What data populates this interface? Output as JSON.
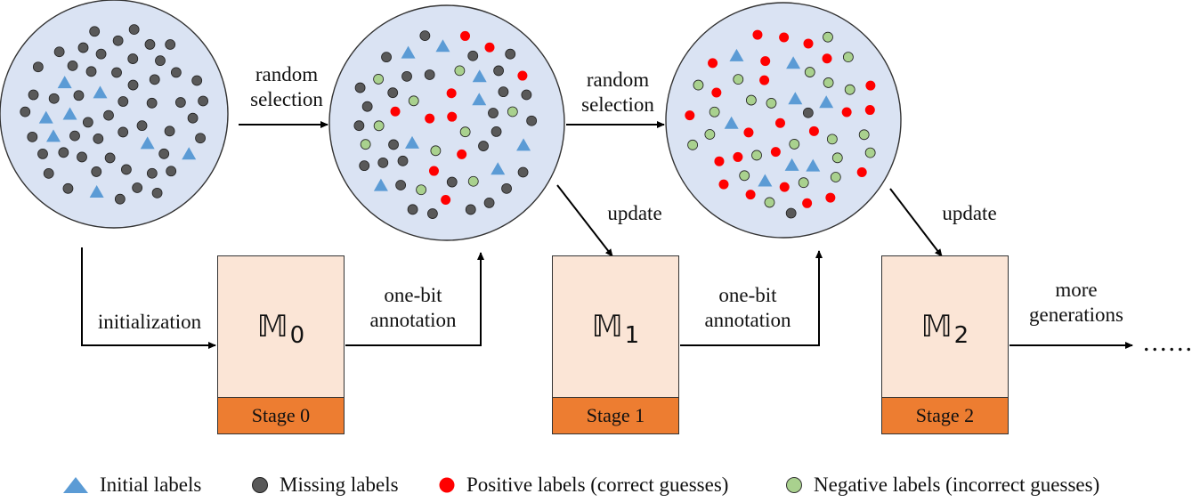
{
  "colors": {
    "circle_fill": "#dae3f3",
    "circle_stroke": "#333333",
    "triangle": "#5b9bd5",
    "missing": "#595959",
    "positive": "#ff0000",
    "negative": "#a9d18e",
    "model_fill": "#fbe5d6",
    "stage_fill": "#ed7d31"
  },
  "labels": {
    "random_selection_1_line1": "random",
    "random_selection_1_line2": "selection",
    "random_selection_2_line1": "random",
    "random_selection_2_line2": "selection",
    "initialization": "initialization",
    "one_bit_1_line1": "one-bit",
    "one_bit_1_line2": "annotation",
    "one_bit_2_line1": "one-bit",
    "one_bit_2_line2": "annotation",
    "update_1": "update",
    "update_2": "update",
    "more_line1": "more",
    "more_line2": "generations",
    "ellipsis": "......"
  },
  "models": [
    {
      "symbol": "𝕄",
      "subscript": "0",
      "stage": "Stage 0"
    },
    {
      "symbol": "𝕄",
      "subscript": "1",
      "stage": "Stage 1"
    },
    {
      "symbol": "𝕄",
      "subscript": "2",
      "stage": "Stage 2"
    }
  ],
  "legend": {
    "initial": "Initial labels",
    "missing": "Missing labels",
    "positive": "Positive labels (correct guesses)",
    "negative": "Negative labels (incorrect guesses)"
  }
}
